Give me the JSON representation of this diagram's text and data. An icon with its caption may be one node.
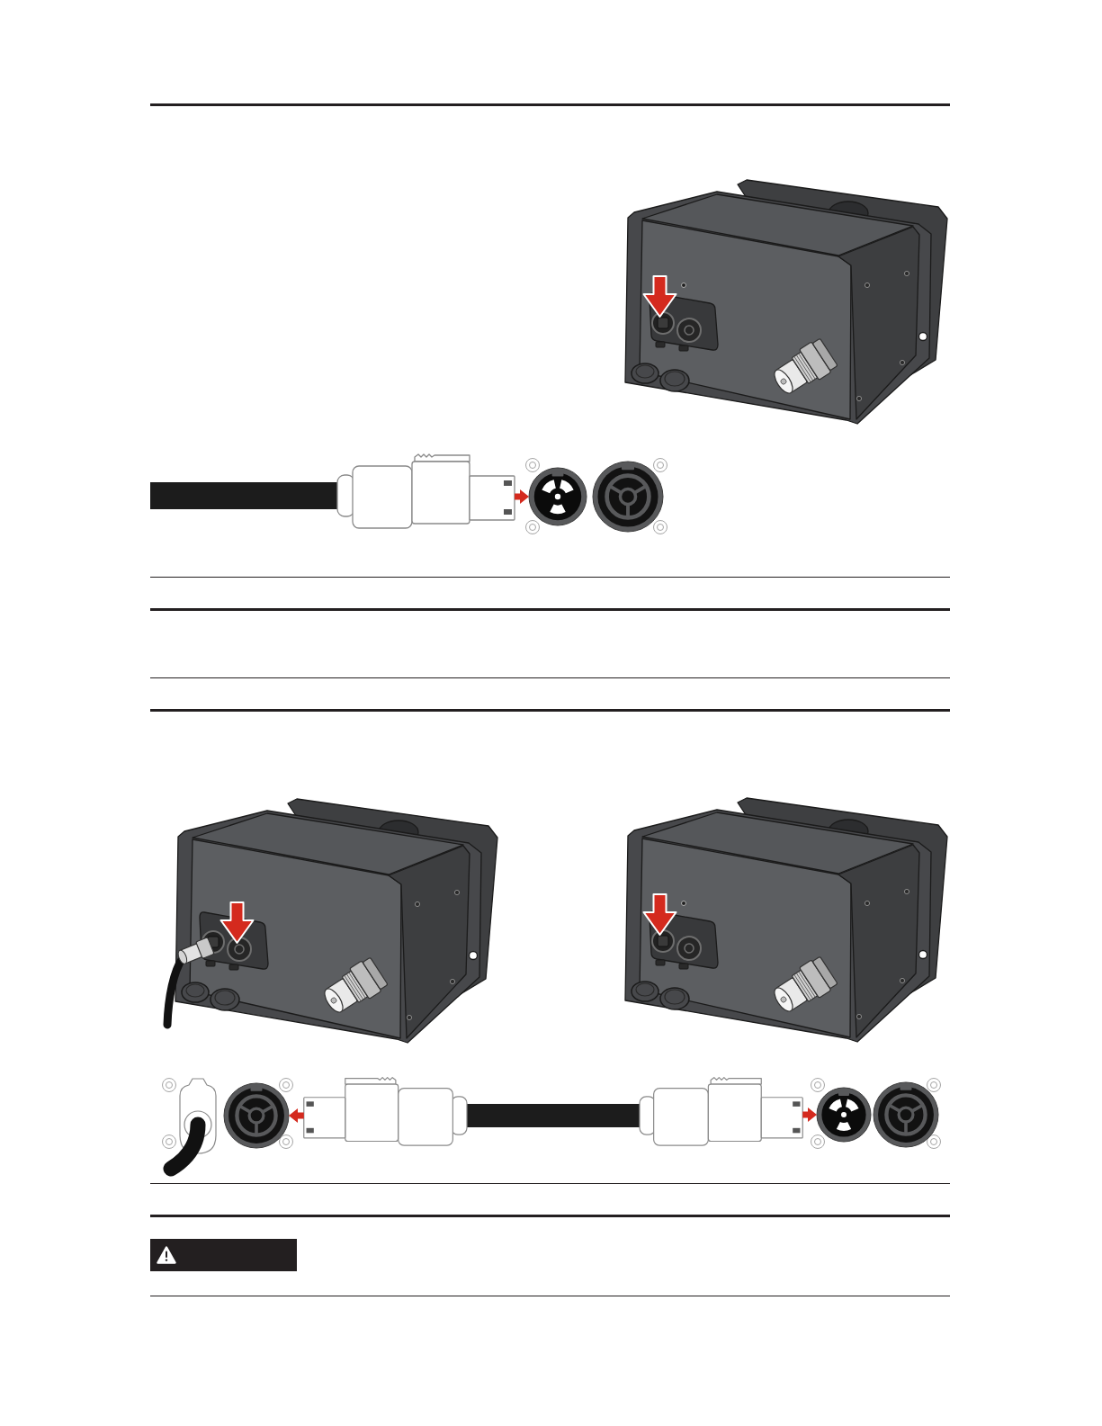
{
  "diagram": {
    "nodes": [
      {
        "text": [],
        "shape": "picture"
      },
      {
        "text": [],
        "shape": "picture"
      },
      {
        "text": [],
        "shape": "picture"
      },
      {
        "text": [],
        "shape": "picture"
      },
      {
        "text": [],
        "shape": "picture"
      }
    ],
    "edges": [
      {
        "from": 0,
        "to": 1,
        "arrow": "to"
      },
      {
        "from": 3,
        "to": 2,
        "arrow": "to"
      },
      {
        "from": 3,
        "to": 4,
        "arrow": "to"
      }
    ]
  }
}
